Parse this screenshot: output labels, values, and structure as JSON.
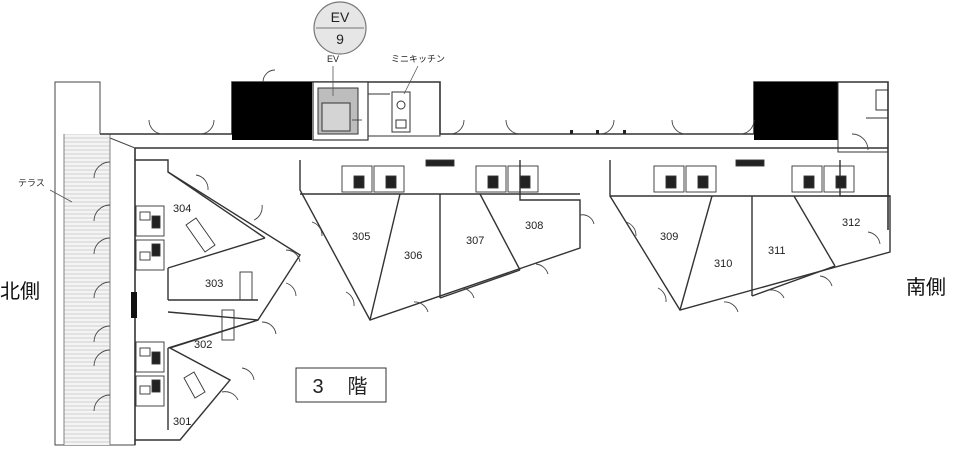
{
  "elevator_badge": {
    "line1": "EV",
    "line2": "9"
  },
  "labels": {
    "ev": "EV",
    "mini_kitchen": "ミニキッチン",
    "terrace": "テラス",
    "north": "北側",
    "south": "南側",
    "floor": "3　階"
  },
  "rooms": {
    "r301": "301",
    "r302": "302",
    "r303": "303",
    "r304": "304",
    "r305": "305",
    "r306": "306",
    "r307": "307",
    "r308": "308",
    "r309": "309",
    "r310": "310",
    "r311": "311",
    "r312": "312"
  }
}
